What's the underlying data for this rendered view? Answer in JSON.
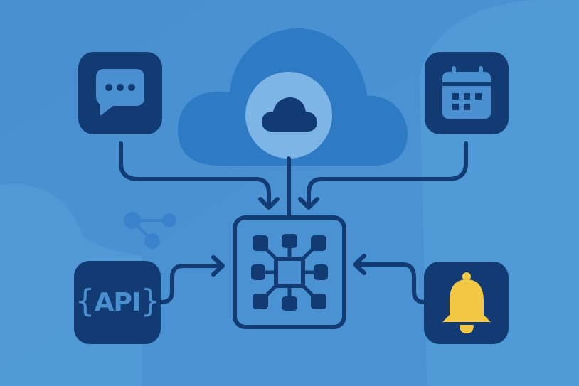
{
  "diagram": {
    "title": "",
    "type": "integration-hub",
    "colors": {
      "background": "#4A90D0",
      "background_blob": "#5AA0DB",
      "cloud": "#2F7AC5",
      "cloud_circle": "#7DB6E6",
      "dark": "#123B73",
      "accent_bell": "#F2C744",
      "share_icon": "#3A82CC"
    },
    "center": {
      "name": "hub",
      "icon": "circuit-hub-icon"
    },
    "top": {
      "name": "cloud",
      "icon": "cloud-icon"
    },
    "nodes": [
      {
        "name": "chat",
        "icon": "chat-bubble-icon",
        "position": "top-left"
      },
      {
        "name": "calendar",
        "icon": "calendar-icon",
        "position": "top-right"
      },
      {
        "name": "api",
        "icon": "api-icon",
        "label_open": "{",
        "label": "API",
        "label_close": "}",
        "position": "bottom-left"
      },
      {
        "name": "notifications",
        "icon": "bell-icon",
        "position": "bottom-right"
      }
    ],
    "decorations": [
      {
        "name": "share",
        "icon": "share-icon"
      }
    ],
    "connections": [
      {
        "from": "chat",
        "to": "hub"
      },
      {
        "from": "calendar",
        "to": "hub"
      },
      {
        "from": "cloud",
        "to": "hub"
      },
      {
        "from": "api",
        "to": "hub"
      },
      {
        "from": "notifications",
        "to": "hub"
      }
    ]
  }
}
